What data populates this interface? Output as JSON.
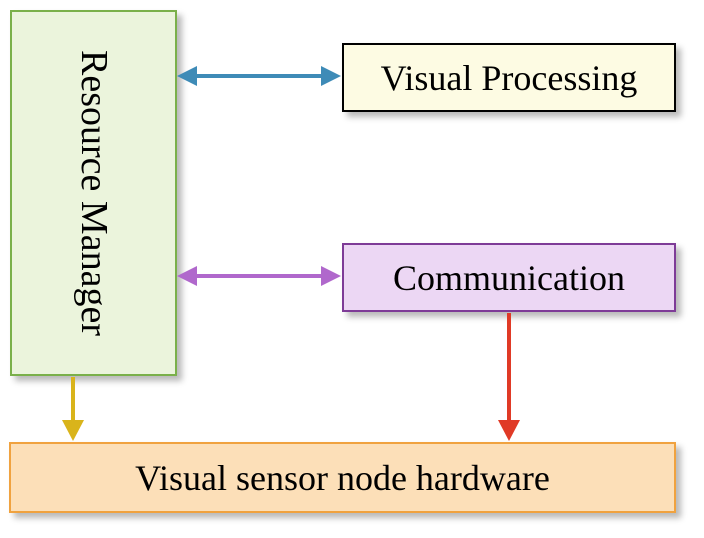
{
  "diagram": {
    "nodes": {
      "resource_manager": "Resource Manager",
      "visual_processing": "Visual Processing",
      "communication": "Communication",
      "hardware": "Visual sensor node hardware"
    },
    "edges": [
      {
        "from": "resource_manager",
        "to": "visual_processing",
        "direction": "both",
        "color": "#3e8bb7"
      },
      {
        "from": "resource_manager",
        "to": "communication",
        "direction": "both",
        "color": "#b068cc"
      },
      {
        "from": "resource_manager",
        "to": "hardware",
        "direction": "forward",
        "color": "#d9b41b"
      },
      {
        "from": "communication",
        "to": "hardware",
        "direction": "forward",
        "color": "#e03a26"
      }
    ]
  },
  "colors": {
    "resource_manager_fill": "#ebf4dc",
    "resource_manager_border": "#7ab04a",
    "visual_processing_fill": "#fdfbe3",
    "communication_fill": "#ecd7f4",
    "communication_border": "#7e3b97",
    "hardware_fill": "#fcdfb8",
    "hardware_border": "#f0a23f"
  }
}
